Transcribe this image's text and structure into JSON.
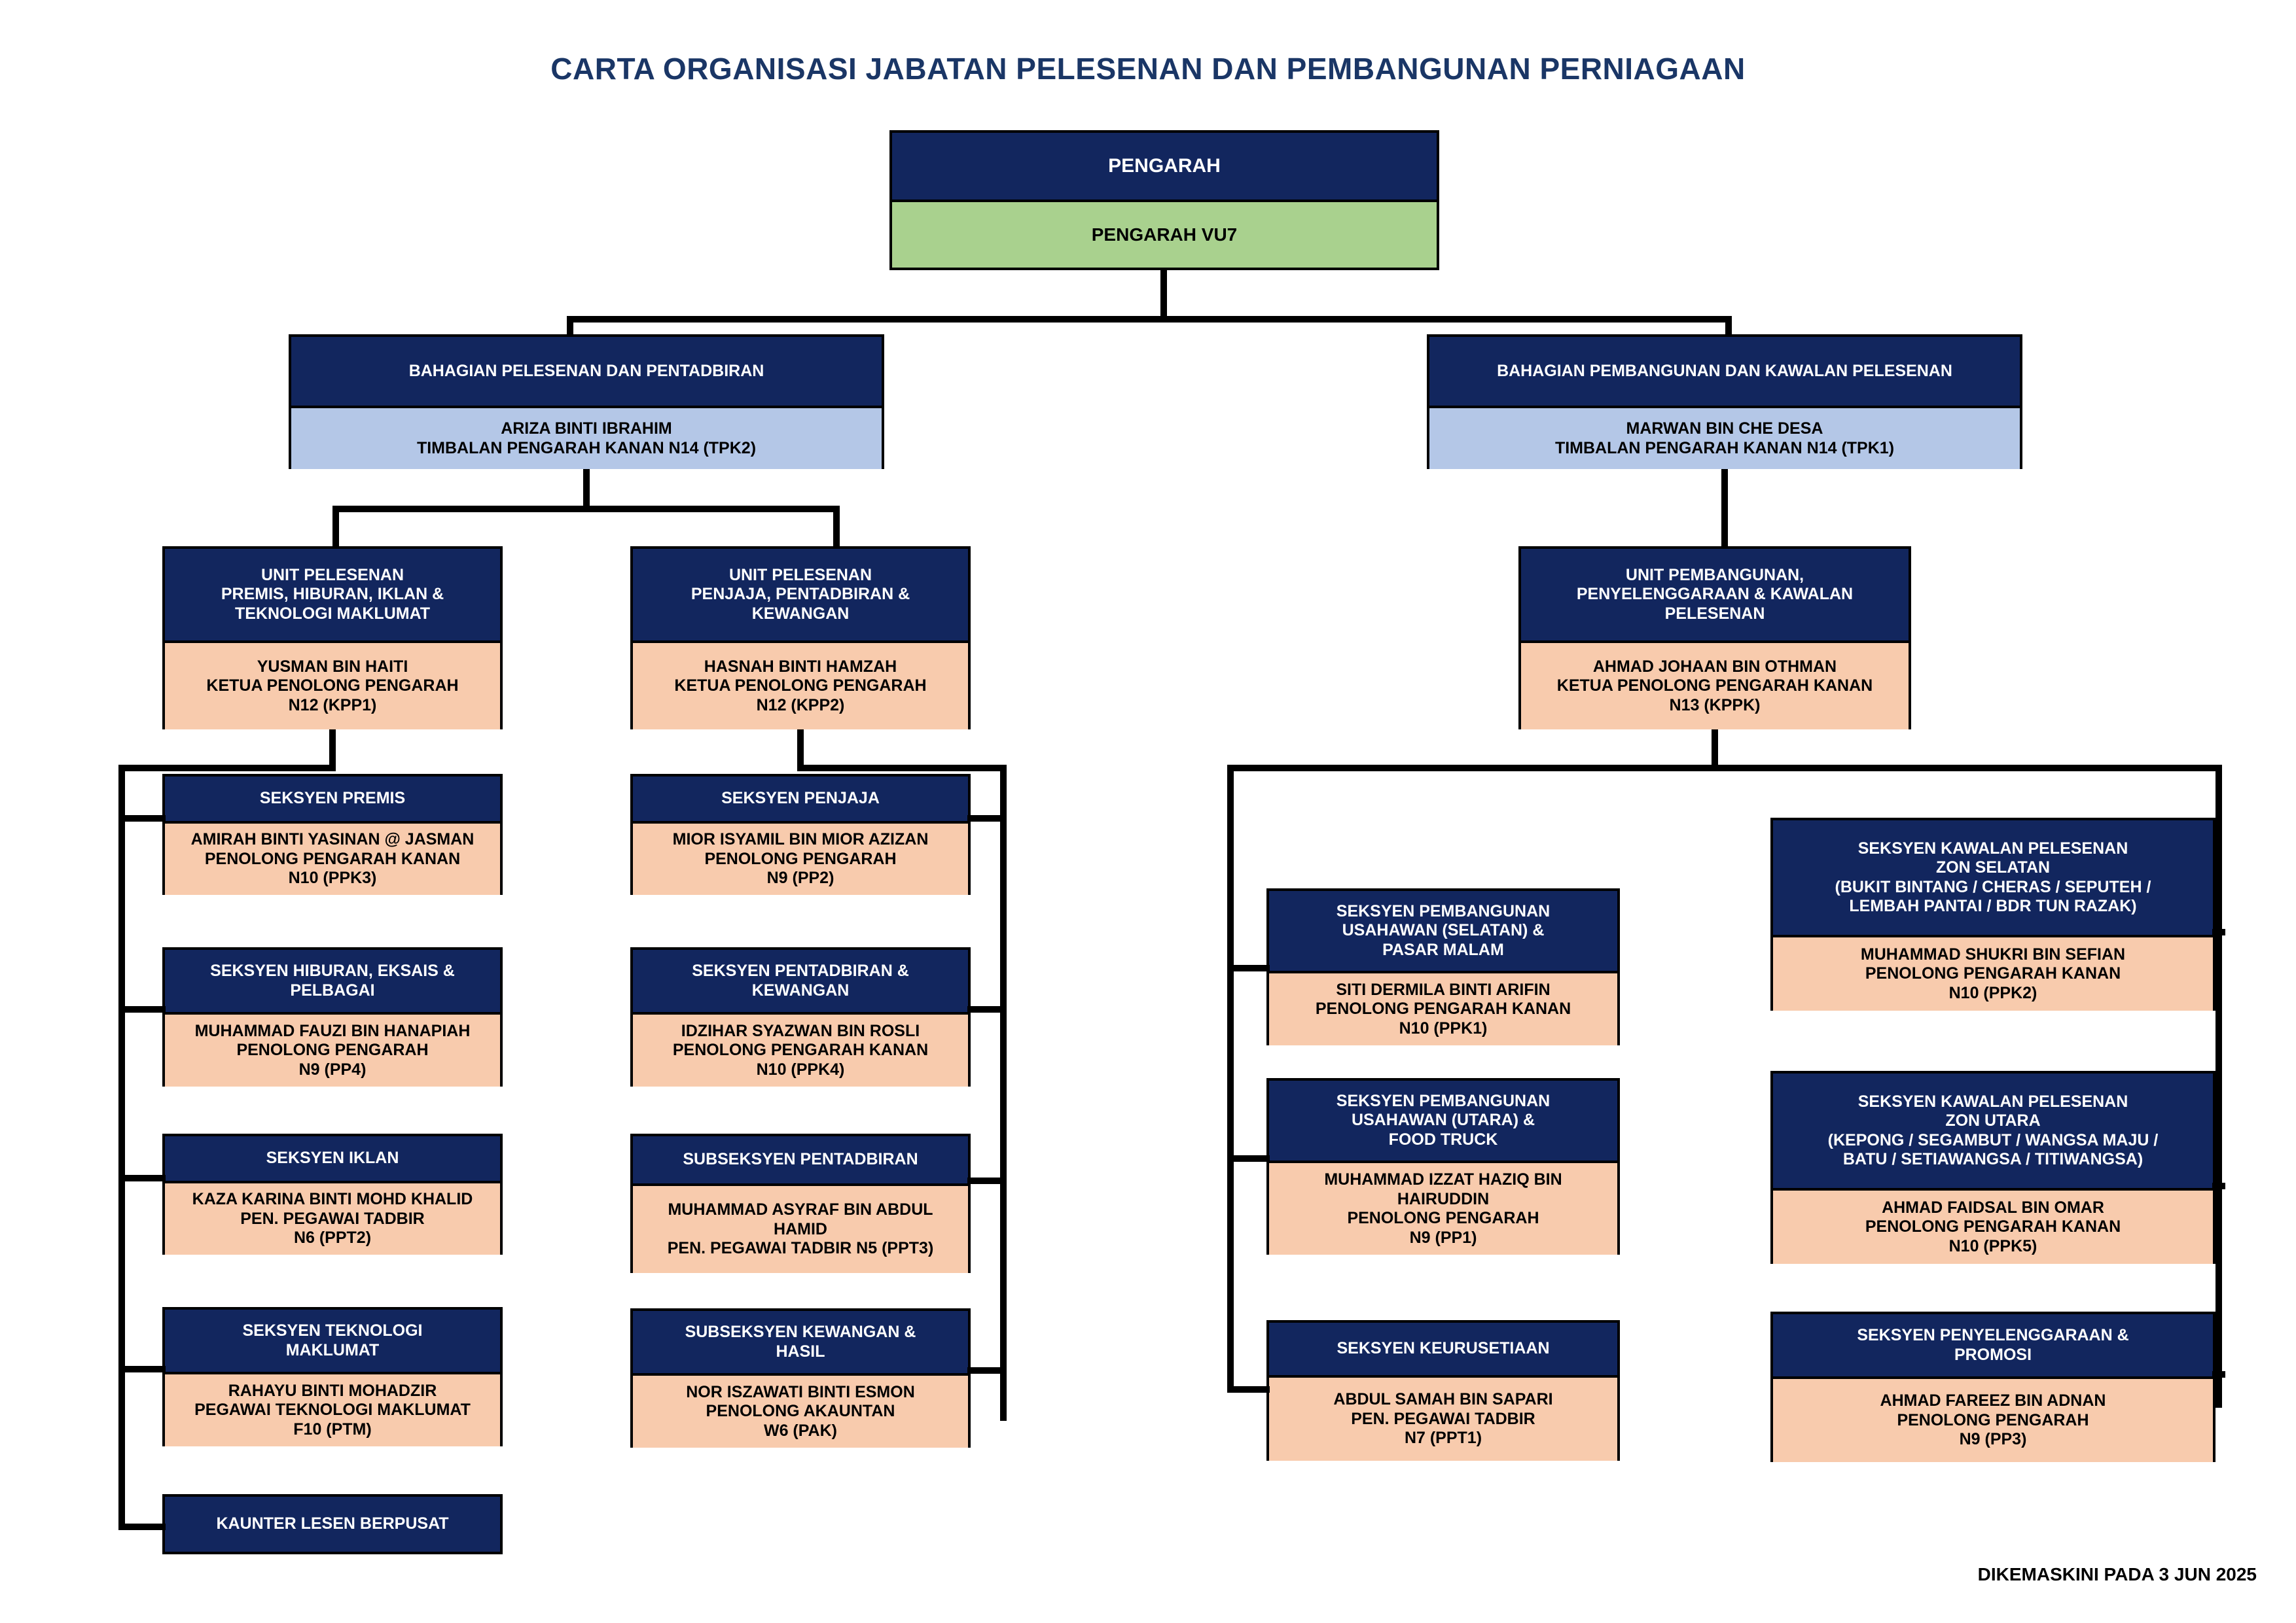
{
  "title": "CARTA ORGANISASI JABATAN PELESENAN DAN PEMBANGUNAN PERNIAGAAN",
  "footer": "DIKEMASKINI PADA 3 JUN 2025",
  "colors": {
    "header_navy": "#12265e",
    "title_navy": "#1a3666",
    "green": "#a9d18e",
    "light_blue": "#b4c7e7",
    "peach": "#f8cbad",
    "line": "#000000"
  },
  "director": {
    "header": "PENGARAH",
    "body": "PENGARAH VU7"
  },
  "divisions": [
    {
      "header": "BAHAGIAN PELESENAN DAN PENTADBIRAN",
      "body": "ARIZA BINTI IBRAHIM\nTIMBALAN PENGARAH KANAN N14 (TPK2)"
    },
    {
      "header": "BAHAGIAN PEMBANGUNAN DAN KAWALAN PELESENAN",
      "body": "MARWAN BIN CHE DESA\nTIMBALAN PENGARAH KANAN N14 (TPK1)"
    }
  ],
  "units": [
    {
      "header": "UNIT PELESENAN\nPREMIS, HIBURAN, IKLAN &\nTEKNOLOGI MAKLUMAT",
      "body": "YUSMAN BIN HAITI\nKETUA PENOLONG PENGARAH\nN12 (KPP1)"
    },
    {
      "header": "UNIT PELESENAN\nPENJAJA, PENTADBIRAN &\nKEWANGAN",
      "body": "HASNAH BINTI HAMZAH\nKETUA PENOLONG PENGARAH\nN12 (KPP2)"
    },
    {
      "header": "UNIT PEMBANGUNAN,\nPENYELENGGARAAN & KAWALAN\nPELESENAN",
      "body": "AHMAD JOHAAN BIN OTHMAN\nKETUA PENOLONG PENGARAH KANAN\nN13 (KPPK)"
    }
  ],
  "column1": [
    {
      "header": "SEKSYEN PREMIS",
      "body": "AMIRAH BINTI YASINAN @ JASMAN\nPENOLONG PENGARAH KANAN\nN10 (PPK3)"
    },
    {
      "header": "SEKSYEN HIBURAN, EKSAIS &\nPELBAGAI",
      "body": "MUHAMMAD FAUZI BIN HANAPIAH\nPENOLONG PENGARAH\nN9 (PP4)"
    },
    {
      "header": "SEKSYEN IKLAN",
      "body": "KAZA KARINA BINTI MOHD KHALID\nPEN. PEGAWAI TADBIR\nN6 (PPT2)"
    },
    {
      "header": "SEKSYEN TEKNOLOGI\nMAKLUMAT",
      "body": "RAHAYU BINTI MOHADZIR\nPEGAWAI TEKNOLOGI MAKLUMAT\nF10 (PTM)"
    }
  ],
  "column1_extra": {
    "header": "KAUNTER LESEN BERPUSAT"
  },
  "column2": [
    {
      "header": "SEKSYEN PENJAJA",
      "body": "MIOR ISYAMIL BIN MIOR AZIZAN\nPENOLONG PENGARAH\nN9 (PP2)"
    },
    {
      "header": "SEKSYEN PENTADBIRAN &\nKEWANGAN",
      "body": "IDZIHAR SYAZWAN BIN ROSLI\nPENOLONG PENGARAH KANAN\nN10 (PPK4)"
    },
    {
      "header": "SUBSEKSYEN PENTADBIRAN",
      "body": "MUHAMMAD ASYRAF BIN ABDUL\nHAMID\nPEN. PEGAWAI TADBIR N5 (PPT3)"
    },
    {
      "header": "SUBSEKSYEN KEWANGAN &\nHASIL",
      "body": "NOR ISZAWATI BINTI ESMON\nPENOLONG AKAUNTAN\nW6 (PAK)"
    }
  ],
  "column3": [
    {
      "header": "SEKSYEN PEMBANGUNAN\nUSAHAWAN (SELATAN) &\nPASAR MALAM",
      "body": "SITI DERMILA BINTI ARIFIN\nPENOLONG PENGARAH KANAN\nN10 (PPK1)"
    },
    {
      "header": "SEKSYEN PEMBANGUNAN\nUSAHAWAN (UTARA) &\nFOOD TRUCK",
      "body": "MUHAMMAD IZZAT HAZIQ BIN\nHAIRUDDIN\nPENOLONG PENGARAH\nN9 (PP1)"
    },
    {
      "header": "SEKSYEN KEURUSETIAAN",
      "body": "ABDUL SAMAH BIN SAPARI\nPEN. PEGAWAI TADBIR\nN7 (PPT1)"
    }
  ],
  "column4": [
    {
      "header": "SEKSYEN KAWALAN PELESENAN\nZON SELATAN\n(BUKIT BINTANG / CHERAS / SEPUTEH /\nLEMBAH PANTAI / BDR TUN RAZAK)",
      "body": "MUHAMMAD SHUKRI BIN SEFIAN\nPENOLONG PENGARAH KANAN\nN10 (PPK2)"
    },
    {
      "header": "SEKSYEN KAWALAN PELESENAN\nZON UTARA\n(KEPONG / SEGAMBUT / WANGSA MAJU /\nBATU / SETIAWANGSA / TITIWANGSA)",
      "body": "AHMAD FAIDSAL BIN OMAR\nPENOLONG PENGARAH KANAN\nN10 (PPK5)"
    },
    {
      "header": "SEKSYEN PENYELENGGARAAN &\nPROMOSI",
      "body": "AHMAD FAREEZ BIN ADNAN\nPENOLONG PENGARAH\nN9 (PP3)"
    }
  ]
}
